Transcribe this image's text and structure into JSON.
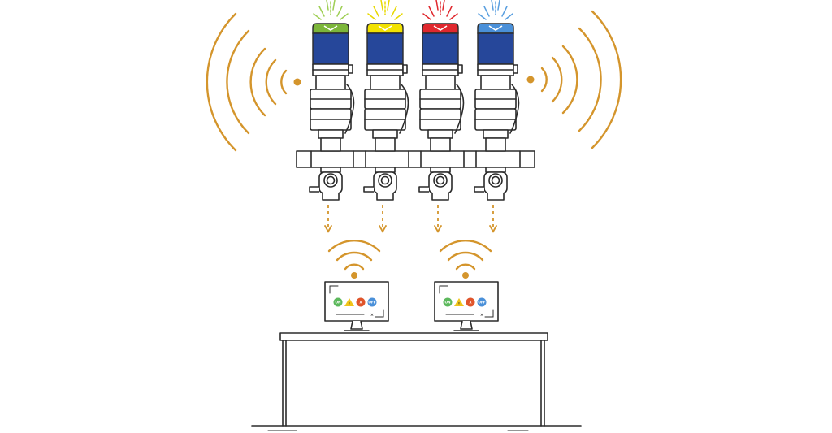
{
  "valves": [
    {
      "cap_color": "#7cb63a",
      "ray_color": "#9fcf55"
    },
    {
      "cap_color": "#f2e200",
      "ray_color": "#e8d800"
    },
    {
      "cap_color": "#e0282e",
      "ray_color": "#e0282e"
    },
    {
      "cap_color": "#4a90d9",
      "ray_color": "#5a9fe0"
    }
  ],
  "colors": {
    "body_blue": "#26479a",
    "signal_orange": "#d4952c",
    "outline": "#2b2b2b"
  },
  "monitors": [
    {
      "status_icons": [
        {
          "icon": "on-icon",
          "label": "ON",
          "color": "#5cb85c"
        },
        {
          "icon": "warning-icon",
          "label": "!",
          "color": "#f0c419"
        },
        {
          "icon": "error-icon",
          "label": "X",
          "color": "#e0552b"
        },
        {
          "icon": "off-icon",
          "label": "OFF",
          "color": "#4a90d9"
        }
      ]
    },
    {
      "status_icons": [
        {
          "icon": "on-icon",
          "label": "ON",
          "color": "#5cb85c"
        },
        {
          "icon": "warning-icon",
          "label": "!",
          "color": "#f0c419"
        },
        {
          "icon": "error-icon",
          "label": "X",
          "color": "#e0552b"
        },
        {
          "icon": "off-icon",
          "label": "OFF",
          "color": "#4a90d9"
        }
      ]
    }
  ]
}
